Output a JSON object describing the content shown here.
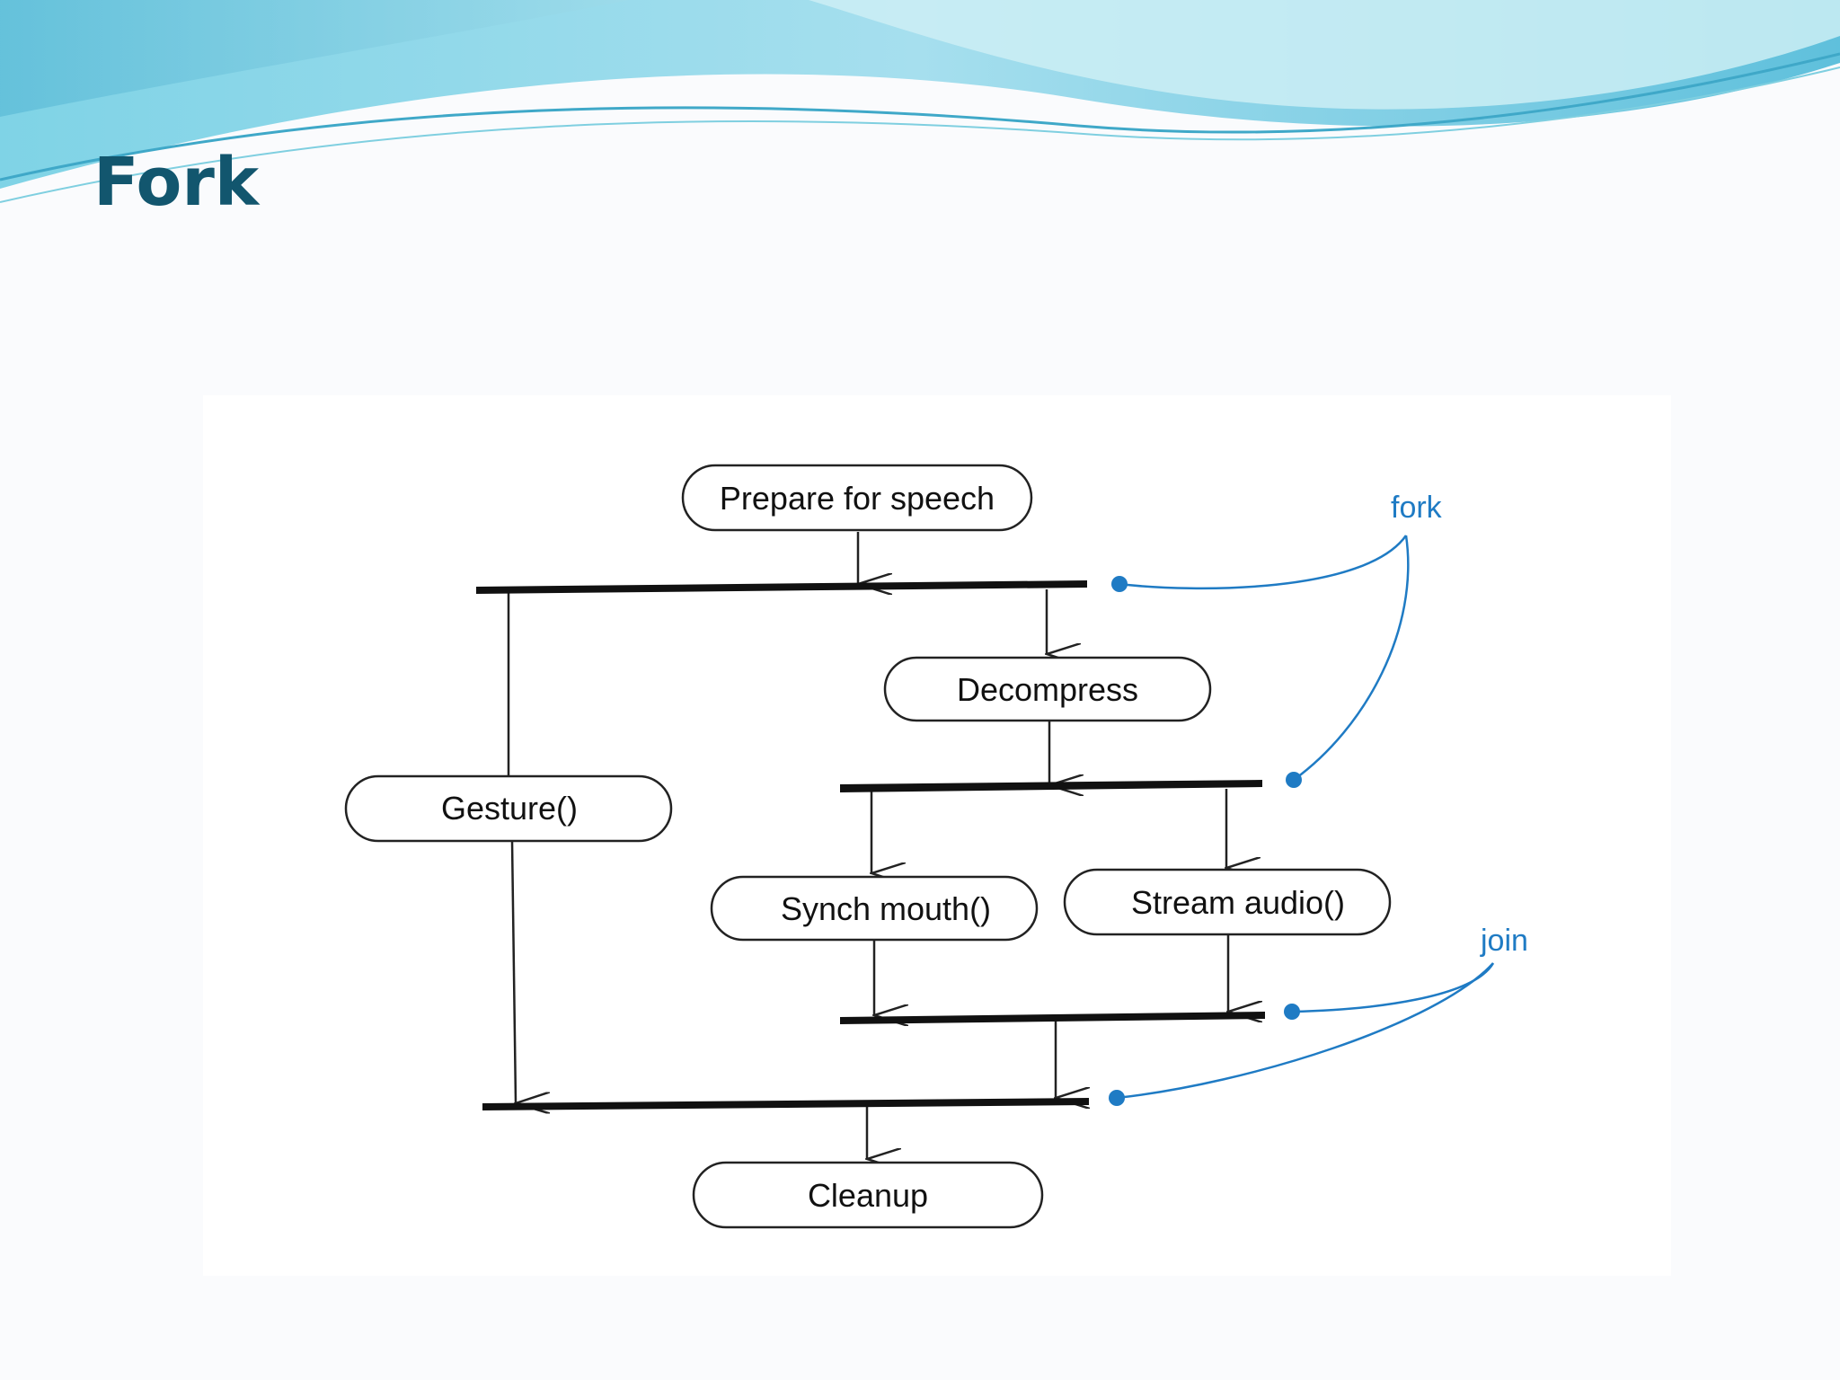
{
  "slide": {
    "title": "Fork"
  },
  "colors": {
    "title": "#12566e",
    "annotation": "#1f7bc4",
    "wave_light": "#a9e3ef",
    "wave_dark": "#6cc6de"
  },
  "diagram": {
    "nodes": {
      "prepare": "Prepare for speech",
      "decompress": "Decompress",
      "gesture": "Gesture()",
      "synch_mouth": "Synch mouth()",
      "stream_audio": "Stream audio()",
      "cleanup": "Cleanup"
    },
    "annotations": {
      "fork": "fork",
      "join": "join"
    }
  }
}
